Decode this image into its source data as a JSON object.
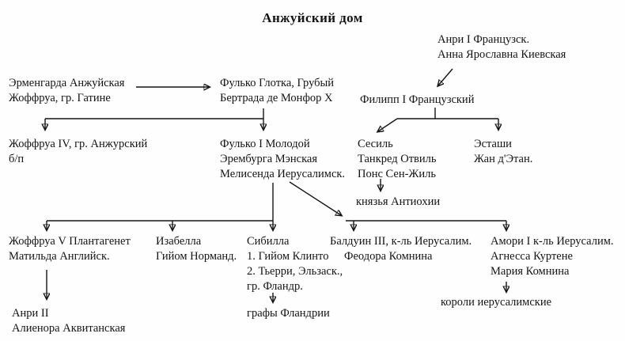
{
  "title": "Анжуйский дом",
  "colors": {
    "ink": "#141414",
    "background": "#fefefe"
  },
  "nodes": {
    "anri_french": {
      "lines": [
        "Анри I Французск.",
        "Анна Ярославна Киевская"
      ]
    },
    "ermengarda": {
      "lines": [
        "Эрменгарда Анжуйская",
        "Жоффруа, гр. Гатине"
      ]
    },
    "fulko_glotka": {
      "lines": [
        "Фулько Глотка, Грубый",
        "Бертрада де Монфор X"
      ]
    },
    "philipp": {
      "lines": [
        "Филипп I Французский"
      ]
    },
    "geoffroy4": {
      "lines": [
        "Жоффруа IV, гр. Анжурский",
        "б/п"
      ]
    },
    "fulko_young": {
      "lines": [
        "Фулько I Молодой",
        "Эрембурга Мэнская",
        "Мелисенда Иерусалимск."
      ]
    },
    "cecile": {
      "lines": [
        "Сесиль",
        "Танкред Отвиль",
        "Понс Сен-Жиль"
      ]
    },
    "estashi": {
      "lines": [
        "Эсташи",
        "Жан д'Этан."
      ]
    },
    "antioch": {
      "lines": [
        "князья Антиохии"
      ]
    },
    "geoffroy5": {
      "lines": [
        "Жоффруа V Плантагенет",
        "Матильда Английск."
      ]
    },
    "isabella": {
      "lines": [
        "Изабелла",
        "Гийом Норманд."
      ]
    },
    "sibilla": {
      "lines": [
        "Сибилла",
        "1. Гийом Клинто",
        "2. Тьерри, Эльзаск.,",
        "гр. Фландр."
      ]
    },
    "baldwin3": {
      "lines": [
        "Балдуин III, к-ль Иерусалим.",
        "Феодора Комнина"
      ]
    },
    "amori1": {
      "lines": [
        "Амори I к-ль Иерусалим.",
        "Агнесса Куртене",
        "Мария Комнина"
      ]
    },
    "henri2": {
      "lines": [
        "Анри II",
        "Алиенора Аквитанская"
      ]
    },
    "flanders_counts": {
      "lines": [
        "графы Фландрии"
      ]
    },
    "jerusalem_kings": {
      "lines": [
        "короли иерусалимские"
      ]
    }
  },
  "edges": [
    {
      "from": "ermengarda",
      "to": "fulko_glotka",
      "type": "marriage-arrow"
    },
    {
      "from": "anri_french",
      "to": "philipp",
      "type": "descent"
    },
    {
      "from": "fulko_glotka",
      "to": "geoffroy4",
      "type": "descent"
    },
    {
      "from": "fulko_glotka",
      "to": "fulko_young",
      "type": "descent"
    },
    {
      "from": "philipp",
      "to": "cecile",
      "type": "descent"
    },
    {
      "from": "philipp",
      "to": "estashi",
      "type": "descent"
    },
    {
      "from": "cecile",
      "to": "antioch",
      "type": "descent"
    },
    {
      "from": "fulko_young",
      "to": "geoffroy5",
      "type": "descent"
    },
    {
      "from": "fulko_young",
      "to": "isabella",
      "type": "descent"
    },
    {
      "from": "fulko_young",
      "to": "sibilla",
      "type": "descent"
    },
    {
      "from": "fulko_young",
      "to": "baldwin3",
      "type": "descent"
    },
    {
      "from": "fulko_young",
      "to": "amori1",
      "type": "descent"
    },
    {
      "from": "geoffroy5",
      "to": "henri2",
      "type": "descent"
    },
    {
      "from": "sibilla",
      "to": "flanders_counts",
      "type": "descent"
    },
    {
      "from": "amori1",
      "to": "jerusalem_kings",
      "type": "descent"
    }
  ]
}
